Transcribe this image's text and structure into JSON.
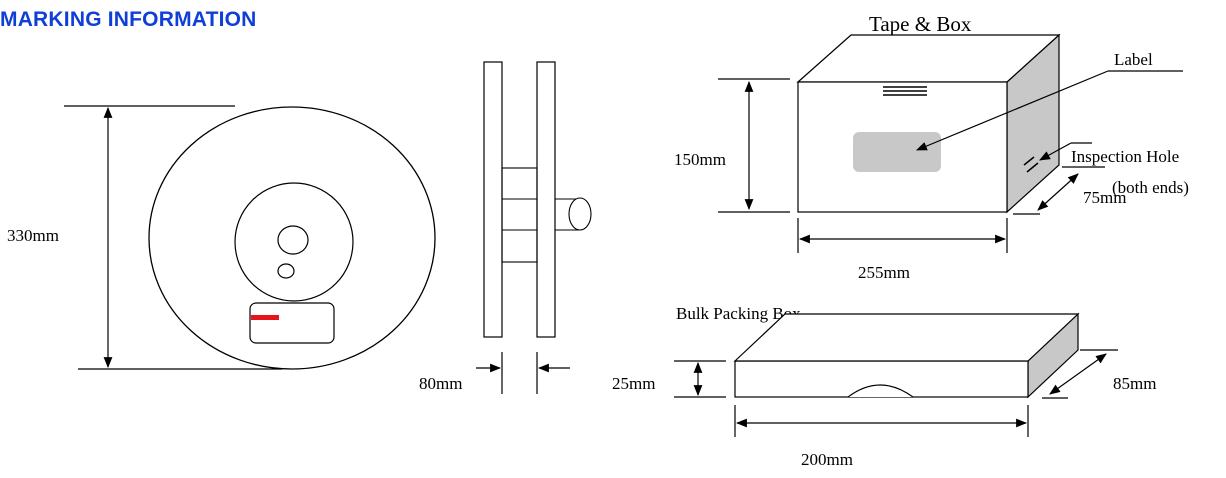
{
  "heading": "MARKING INFORMATION",
  "colors": {
    "heading": "#0f3fd6",
    "marker": "#e8141c",
    "shade": "#c8c8c8",
    "line": "#000000"
  },
  "reel": {
    "diameter_label": "330mm",
    "width_label": "80mm"
  },
  "tape_box": {
    "title": "Tape & Box",
    "label_callout": "Label",
    "inspection_hole": "Inspection Hole",
    "both_ends": "(both ends)",
    "height_label": "150mm",
    "width_label": "255mm",
    "depth_label": "75mm"
  },
  "bulk_box": {
    "title": "Bulk Packing Box",
    "height_label": "25mm",
    "width_label": "200mm",
    "depth_label": "85mm"
  }
}
